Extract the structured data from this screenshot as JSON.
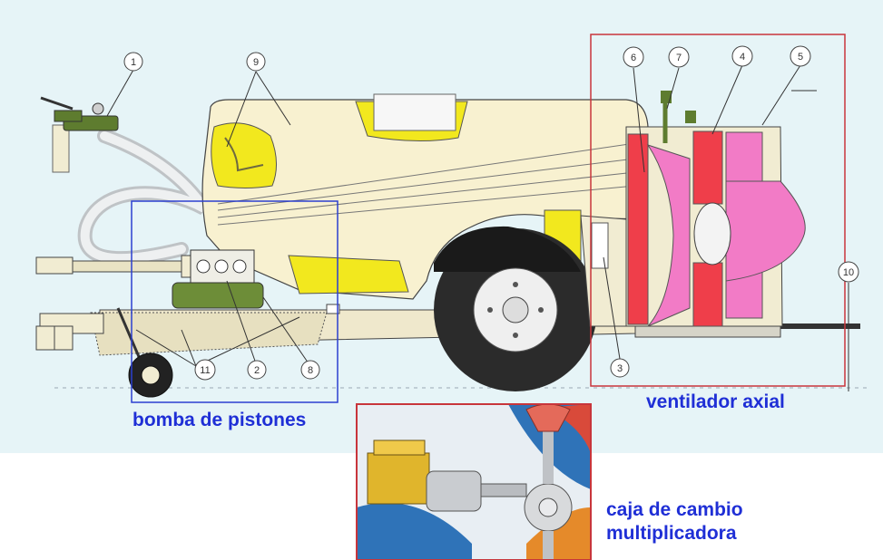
{
  "diagram": {
    "callouts": [
      "1",
      "2",
      "3",
      "4",
      "5",
      "6",
      "7",
      "8",
      "9",
      "10",
      "11"
    ],
    "labels": {
      "pump": "bomba de pistones",
      "fan": "ventilador axial",
      "gearbox_line1": "caja de cambio",
      "gearbox_line2": "multiplicadora"
    },
    "colors": {
      "background": "#e6f4f7",
      "tank": "#f8f1d0",
      "yellow_parts": "#f2e81e",
      "fan_red": "#ef3e4a",
      "fan_pink": "#f27bc6",
      "pump_box": "#2b3fd0",
      "fan_box": "#c8353b",
      "caption_blue": "#1f2fd6"
    }
  }
}
